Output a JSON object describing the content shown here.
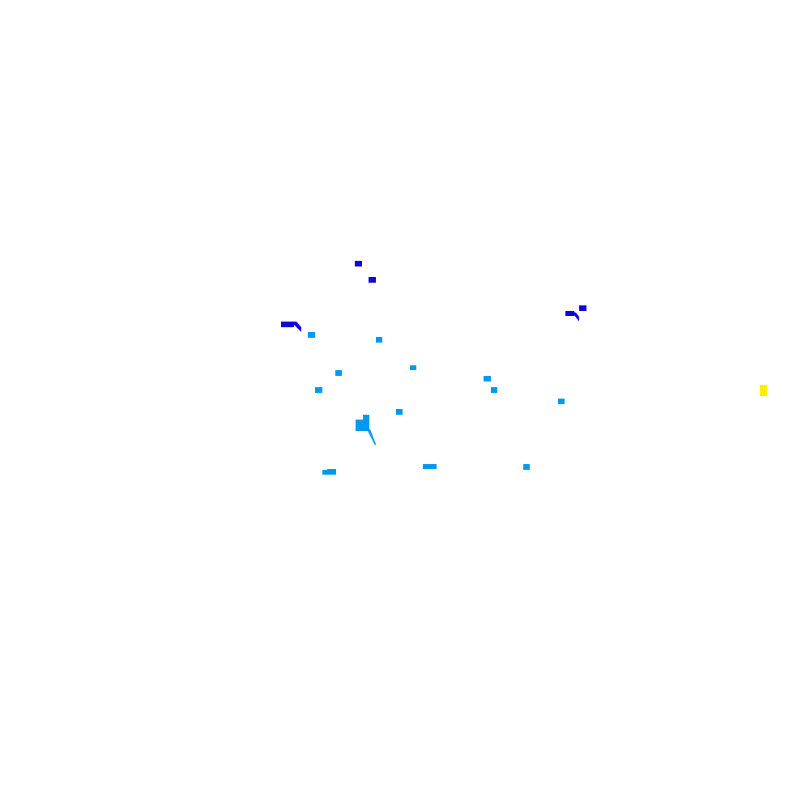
{
  "colors": {
    "background": "#ffffff",
    "light_blue": "#0099ee",
    "dark_blue": "#1100dd",
    "yellow": "#ffee00"
  },
  "markers": [
    {
      "name": "dark-blue-marker",
      "color": "dark_blue"
    },
    {
      "name": "dark-blue-marker",
      "color": "dark_blue"
    },
    {
      "name": "dark-blue-marker",
      "color": "dark_blue"
    },
    {
      "name": "dark-blue-marker-with-tail",
      "color": "dark_blue"
    },
    {
      "name": "dark-blue-marker-with-tail",
      "color": "dark_blue"
    },
    {
      "name": "light-blue-marker",
      "color": "light_blue"
    },
    {
      "name": "light-blue-marker",
      "color": "light_blue"
    },
    {
      "name": "light-blue-marker",
      "color": "light_blue"
    },
    {
      "name": "light-blue-marker",
      "color": "light_blue"
    },
    {
      "name": "light-blue-marker",
      "color": "light_blue"
    },
    {
      "name": "light-blue-marker",
      "color": "light_blue"
    },
    {
      "name": "light-blue-marker",
      "color": "light_blue"
    },
    {
      "name": "light-blue-marker",
      "color": "light_blue"
    },
    {
      "name": "light-blue-marker",
      "color": "light_blue"
    },
    {
      "name": "light-blue-marker",
      "color": "light_blue"
    },
    {
      "name": "light-blue-marker",
      "color": "light_blue"
    },
    {
      "name": "light-blue-marker-large",
      "color": "light_blue"
    },
    {
      "name": "light-blue-marker",
      "color": "light_blue"
    },
    {
      "name": "light-blue-marker",
      "color": "light_blue"
    },
    {
      "name": "light-blue-marker",
      "color": "light_blue"
    },
    {
      "name": "light-blue-marker",
      "color": "light_blue"
    },
    {
      "name": "yellow-marker",
      "color": "yellow"
    }
  ]
}
